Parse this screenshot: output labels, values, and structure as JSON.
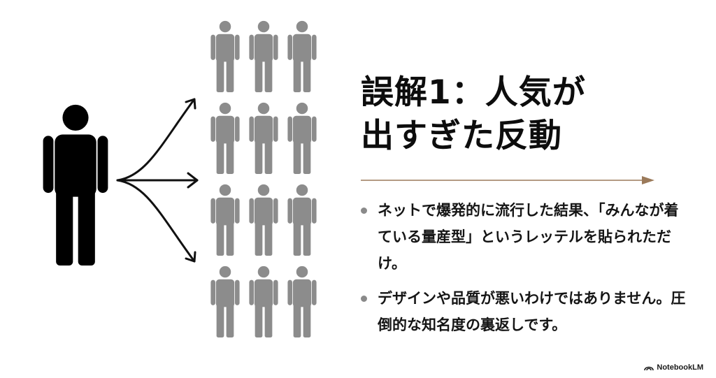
{
  "slide": {
    "title_lines": [
      "誤解1：人気が",
      "出すぎた反動"
    ],
    "bullets": [
      "ネットで爆発的に流行した結果、「みんなが着ている量産型」というレッテルを貼られただけ。",
      "デザインや品質が悪いわけではありません。圧倒的な知名度の裏返しです。"
    ],
    "accent_color": "#9b7a5a",
    "figure_color_single": "#000000",
    "figure_color_crowd": "#8c8c8c",
    "crowd": {
      "rows": 4,
      "columns": 3
    },
    "arrow_count": 3
  },
  "branding": {
    "logo_text": "NotebookLM",
    "logo_icon": "notebooklm-logo-icon"
  }
}
